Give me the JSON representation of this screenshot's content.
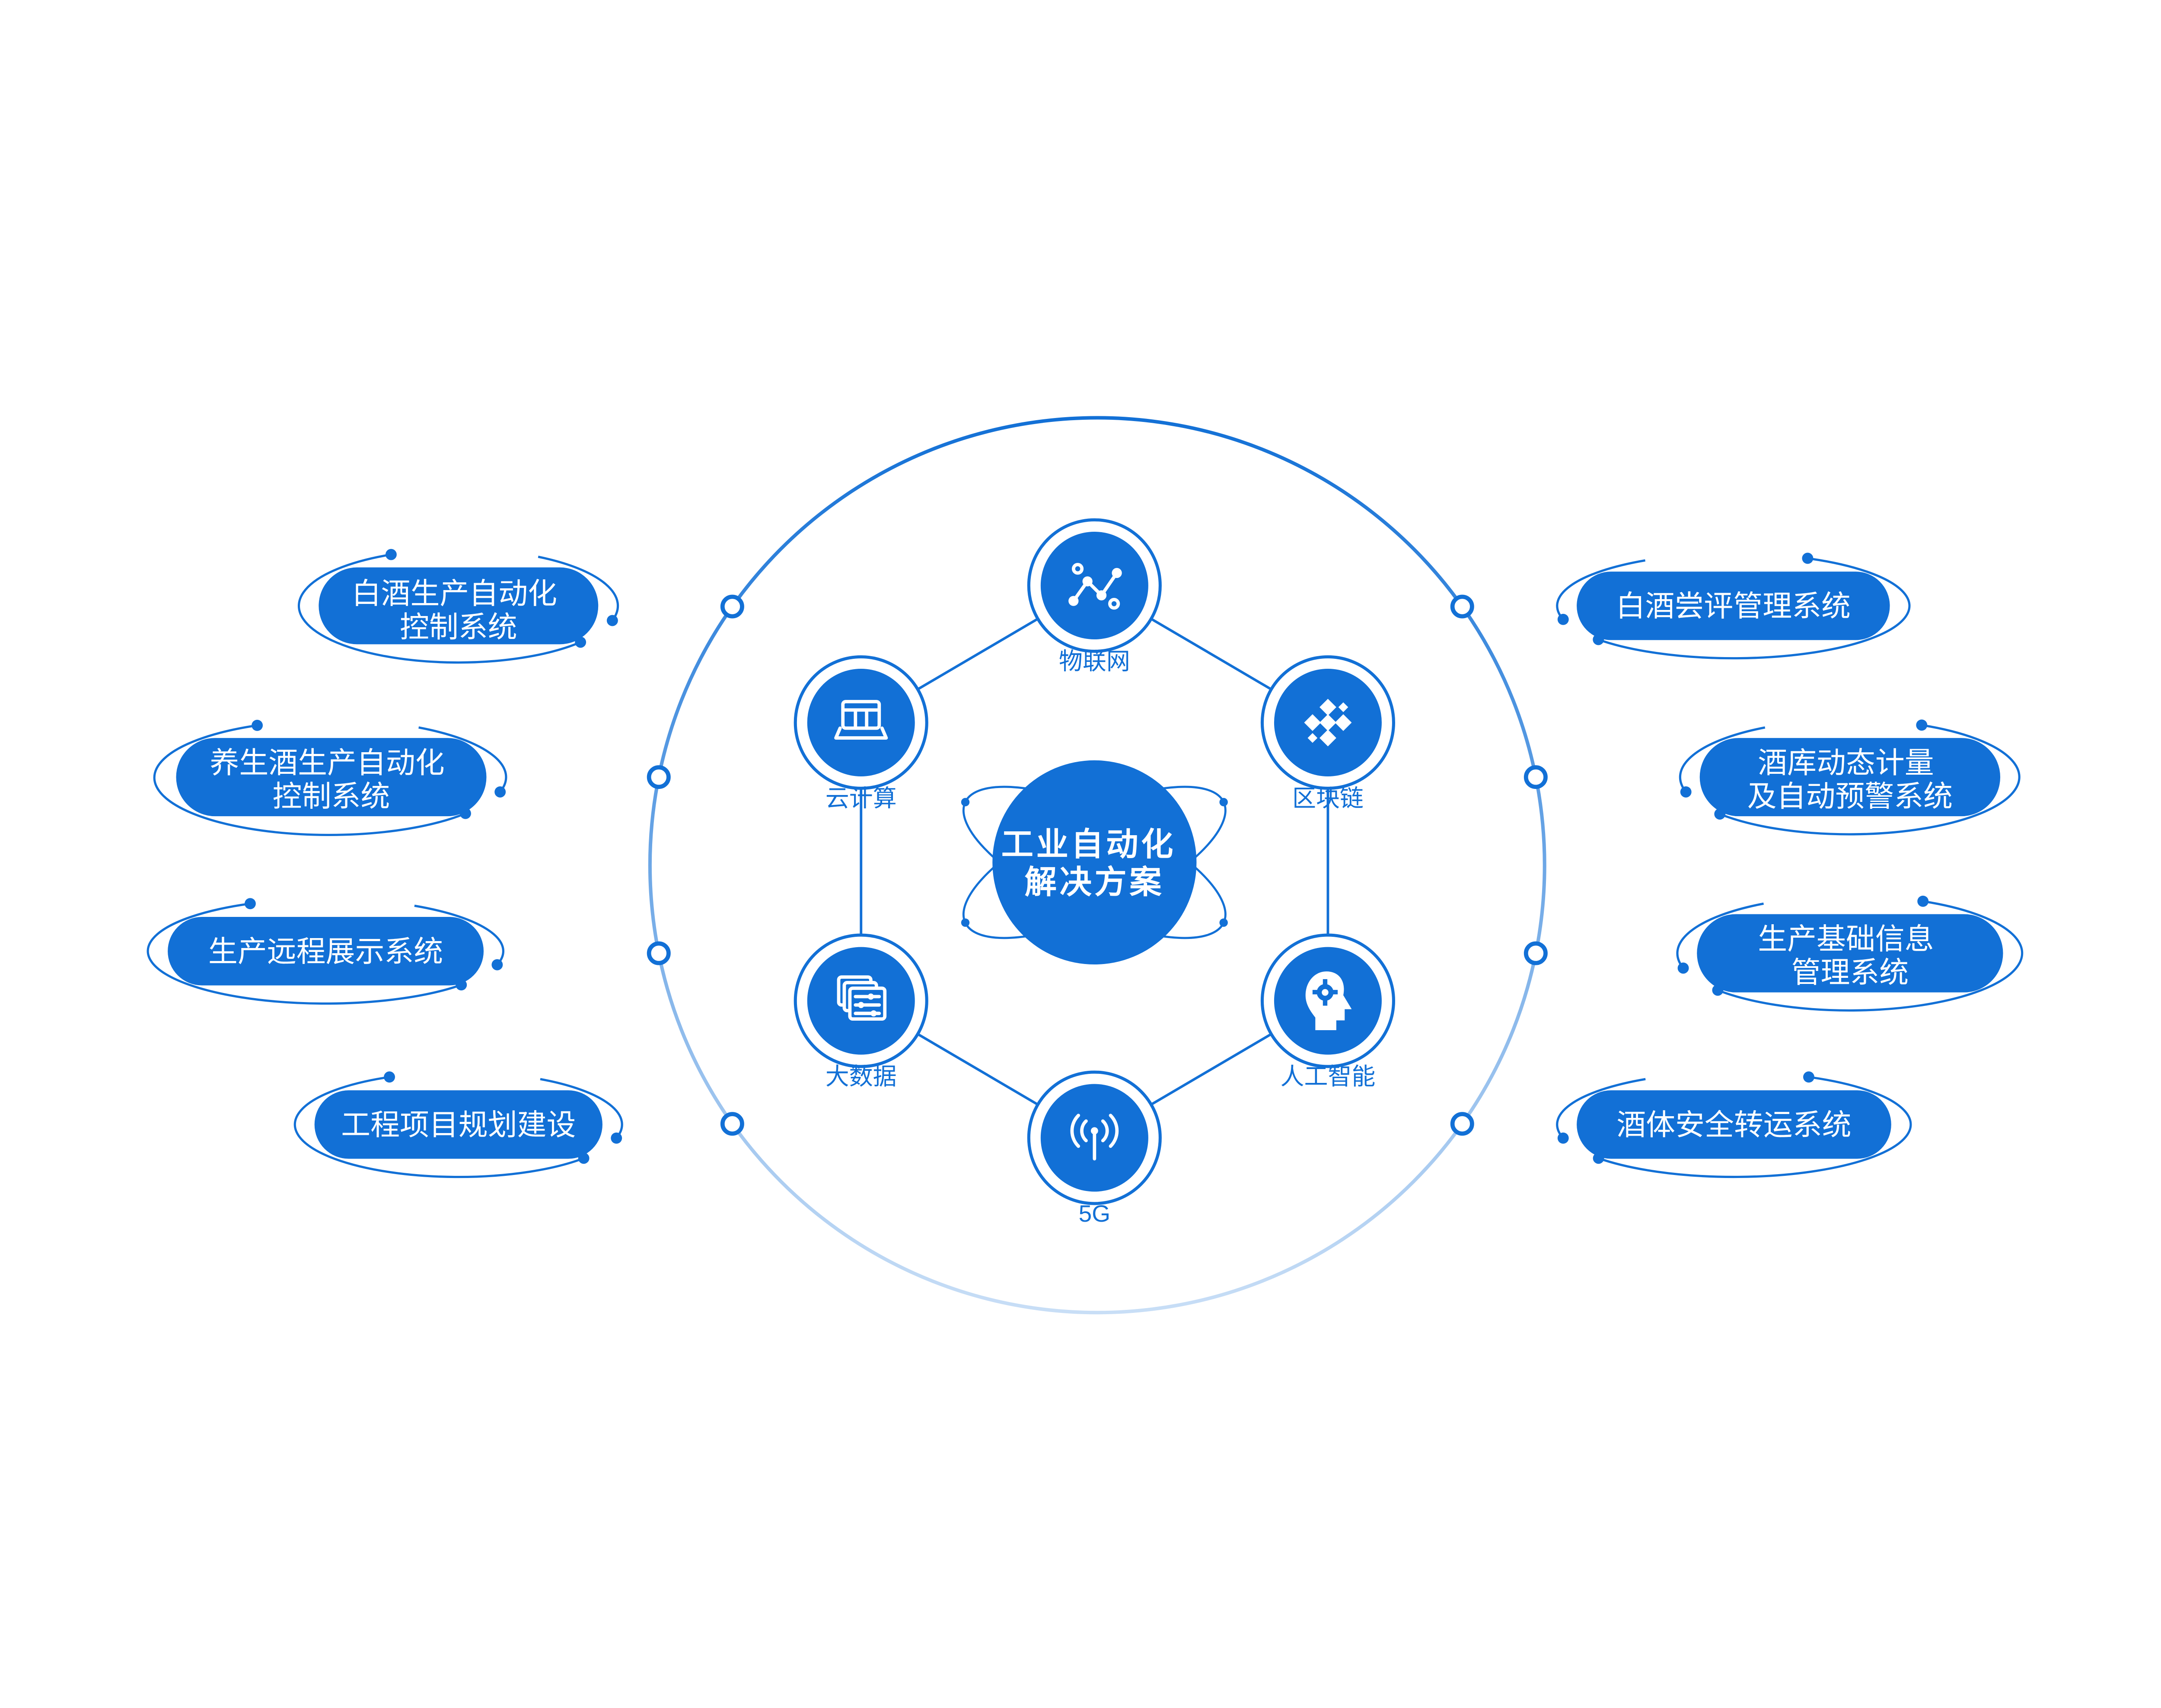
{
  "colors": {
    "primary": "#1270d6",
    "light": "#c8def6"
  },
  "center": {
    "line1": "工业自动化",
    "line2": "解决方案"
  },
  "nodes": [
    {
      "id": "iot",
      "label": "物联网"
    },
    {
      "id": "blockchain",
      "label": "区块链"
    },
    {
      "id": "ai",
      "label": "人工智能"
    },
    {
      "id": "five-g",
      "label": "5G"
    },
    {
      "id": "bigdata",
      "label": "大数据"
    },
    {
      "id": "cloud",
      "label": "云计算"
    }
  ],
  "left_pills": [
    {
      "lines": [
        "白酒生产自动化",
        "控制系统"
      ]
    },
    {
      "lines": [
        "养生酒生产自动化",
        "控制系统"
      ]
    },
    {
      "lines": [
        "生产远程展示系统"
      ]
    },
    {
      "lines": [
        "工程项目规划建设"
      ]
    }
  ],
  "right_pills": [
    {
      "lines": [
        "白酒尝评管理系统"
      ]
    },
    {
      "lines": [
        "酒库动态计量",
        "及自动预警系统"
      ]
    },
    {
      "lines": [
        "生产基础信息",
        "管理系统"
      ]
    },
    {
      "lines": [
        "酒体安全转运系统"
      ]
    }
  ]
}
